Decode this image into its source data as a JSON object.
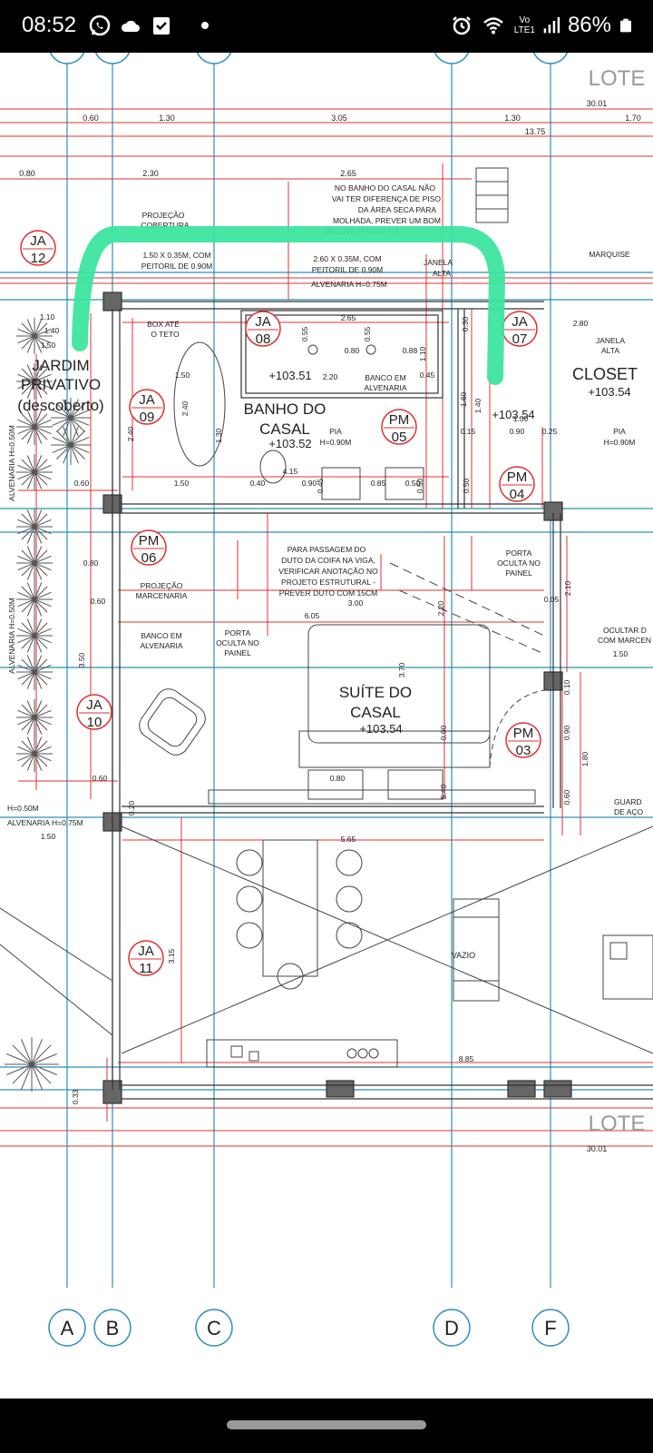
{
  "status": {
    "time": "08:52",
    "battery": "86%",
    "vo_label": "Vo",
    "lte_label": "LTE1",
    "icons": [
      "whatsapp-icon",
      "cloud-icon",
      "check-box-icon",
      "dot-icon",
      "alarm-icon",
      "wifi-icon",
      "signal-icon",
      "battery-icon"
    ]
  },
  "plan": {
    "lote_top": "LOTE",
    "lote_bottom": "LOTE",
    "dims_top": [
      "0.60",
      "1.30",
      "3.05",
      "1.30",
      "1.70",
      "30.01",
      "13.75"
    ],
    "dims_row2": [
      "0.80",
      "2.30",
      "2.65"
    ],
    "note_banho": [
      "NO BANHO DO CASAL NÃO",
      "VAI TER DIFERENÇA DE PISO",
      "DA ÁREA SECA PARA",
      "MOLHADA, PREVER UM BOM",
      "DECLIVE D'ÁGUA NA"
    ],
    "projecao_cobertura": [
      "PROJEÇÃO",
      "COBERTURA"
    ],
    "peitoril_1": [
      "1.50 X 0.35M, COM",
      "PEITORIL DE 0.90M"
    ],
    "peitoril_2": [
      "2.60 X 0.35M, COM",
      "PEITORIL DE 0.90M"
    ],
    "janela_alta_1": [
      "JANELA",
      "ALTA"
    ],
    "alvenaria_075": "ALVENARIA H=0.75M",
    "marquise": "MARQUISE",
    "box_ate_teto": [
      "BOX ATÉ",
      "O TETO"
    ],
    "dim_265": "2.65",
    "dim_280": "2.80",
    "janela_alta_2": [
      "JANELA",
      "ALTA"
    ],
    "jardim": [
      "JARDIM",
      "PRIVATIVO",
      "(descoberto)"
    ],
    "closet": "CLOSET",
    "closet_level": "+103.54",
    "banho_title": [
      "BANHO DO",
      "CASAL"
    ],
    "banho_level": "+103.52",
    "ja08_level": "+103.51",
    "banco_alvenaria": [
      "BANCO EM",
      "ALVENARIA"
    ],
    "pia_1": [
      "PIA",
      "H=0.90M"
    ],
    "pia_2": [
      "PIA",
      "H=0.90M"
    ],
    "level_10354": "+103.54",
    "tags": {
      "ja12": [
        "JA",
        "12"
      ],
      "ja08": [
        "JA",
        "08"
      ],
      "ja07": [
        "JA",
        "07"
      ],
      "ja09": [
        "JA",
        "09"
      ],
      "pm05": [
        "PM",
        "05"
      ],
      "pm04": [
        "PM",
        "04"
      ],
      "pm06": [
        "PM",
        "06"
      ],
      "ja10": [
        "JA",
        "10"
      ],
      "pm03": [
        "PM",
        "03"
      ],
      "ja11": [
        "JA",
        "11"
      ]
    },
    "nota_coifa": [
      "PARA PASSAGEM DO",
      "DUTO DA COIFA NA VIGA,",
      "VERIFICAR ANOTAÇÃO NO",
      "PROJETO ESTRUTURAL -",
      "PREVER DUTO COM 15CM"
    ],
    "porta_oculta_1": [
      "PORTA",
      "OCULTA NO",
      "PAINEL"
    ],
    "porta_oculta_2": [
      "PORTA",
      "OCULTA NO",
      "PAINEL"
    ],
    "projecao_marcenaria": [
      "PROJEÇÃO",
      "MARCENARIA"
    ],
    "banco_alvenaria_2": [
      "BANCO EM",
      "ALVENARIA"
    ],
    "ocultar": [
      "OCULTAR D",
      "COM MARCEN"
    ],
    "suite_title": [
      "SUÍTE DO",
      "CASAL"
    ],
    "suite_level": "+103.54",
    "guarda": [
      "GUARD",
      "DE AÇO"
    ],
    "alvenaria_050": "ALVENARIA H=0.50M",
    "h050": "H=0.50M",
    "alvenaria_075b": "ALVENARIA H=0.75M",
    "vazio": "VAZIO",
    "dims_misc": [
      "1.10",
      "1.40",
      "1.50",
      "1.50",
      "2.40",
      "1.30",
      "2.40",
      "2.20",
      "0.80",
      "0.88",
      "0.45",
      "0.55",
      "0.55",
      "1.10",
      "0.30",
      "1.40",
      "1.60",
      "1.30",
      "0.15",
      "0.90",
      "0.25",
      "4.15",
      "0.40",
      "0.90",
      "0.45",
      "0.85",
      "0.50",
      "0.50",
      "0.50",
      "0.60",
      "1.50",
      "0.80",
      "0.60",
      "3.00",
      "6.05",
      "2.20",
      "3.70",
      "2.10",
      "0.05",
      "1.50",
      "3.50",
      "0.90",
      "0.10",
      "0.90",
      "1.80",
      "0.60",
      "0.80",
      "5.40",
      "0.60",
      "0.20",
      "1.50",
      "5.65",
      "3.15",
      "8.85",
      "0.33",
      "30.01"
    ],
    "axes": [
      "A",
      "B",
      "C",
      "D",
      "F"
    ]
  },
  "colors": {
    "red": "#e03030",
    "blue": "#2b8fb8",
    "green": "#3de5a0",
    "dark": "#222222"
  }
}
